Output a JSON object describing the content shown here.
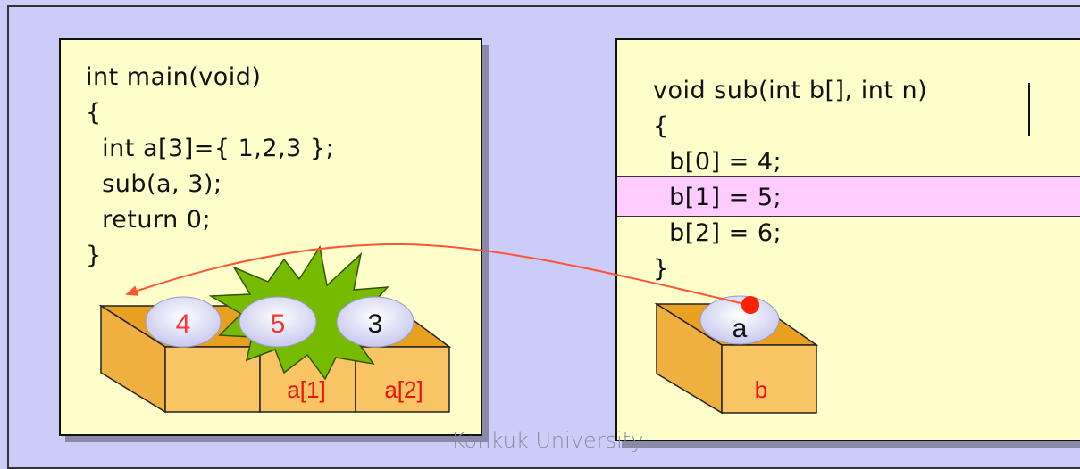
{
  "main_code": [
    "int main(void)",
    "{",
    "  int a[3]={ 1,2,3 };",
    "  sub(a, 3);",
    "  return 0;",
    "}"
  ],
  "sub_code": [
    "void sub(int b[], int n)",
    "{",
    "  b[0] = 4;",
    "  b[1] = 5;",
    "  b[2] = 6;",
    "}"
  ],
  "array_a": {
    "values": [
      "4",
      "5",
      "3"
    ],
    "labels": [
      "",
      "a[1]",
      "a[2]"
    ]
  },
  "param_box": {
    "value": "a",
    "label": "b"
  },
  "footer": "Konkuk University",
  "colors": {
    "background": "#ccccf8",
    "panel": "#ffffcc",
    "highlight": "#ffccff",
    "box": "#f8c464",
    "arrow": "#ff5533",
    "changed_value": "#ff3333",
    "burst": "#77bb00"
  }
}
